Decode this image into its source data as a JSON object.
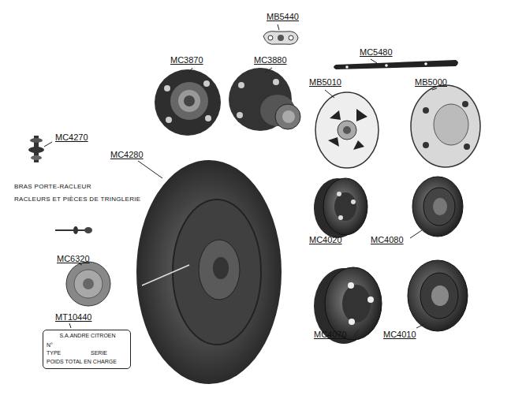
{
  "diagram": {
    "nodes": [
      {
        "text": [
          "S.A.ANDRE CITROEN",
          "N°",
          "TYPE",
          "SERIE",
          "POIDS TOTAL EN CHARGE"
        ]
      }
    ],
    "labels": [
      "MB5440",
      "MC3870",
      "MC3880",
      "MC5480",
      "MB5010",
      "MB5000",
      "MC4270",
      "MC4280",
      "BRAS PORTE-RACLEUR",
      "RACLEURS ET PIÈCES DE TRINGLERIE",
      "MC4020",
      "MC4080",
      "MC6320",
      "MC4070",
      "MC4010",
      "MT10440"
    ]
  }
}
